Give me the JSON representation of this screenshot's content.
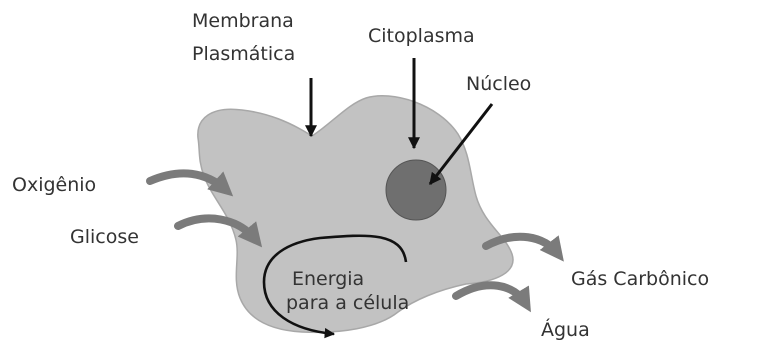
{
  "labels": {
    "membrana_line1": "Membrana",
    "membrana_line2": "Plasmática",
    "citoplasma": "Citoplasma",
    "nucleo": "Núcleo",
    "oxigenio": "Oxigênio",
    "glicose": "Glicose",
    "energia_line1": "Energia",
    "energia_line2": "para a célula",
    "gas_carbonico": "Gás Carbônico",
    "agua": "Água"
  },
  "colors": {
    "cell_fill": "#c2c2c2",
    "cell_stroke": "#a8a8a8",
    "nucleus_fill": "#6f6f6f",
    "nucleus_stroke": "#555555",
    "arrow_black": "#111111",
    "arrow_gray": "#7b7b7b",
    "text": "#333333"
  }
}
